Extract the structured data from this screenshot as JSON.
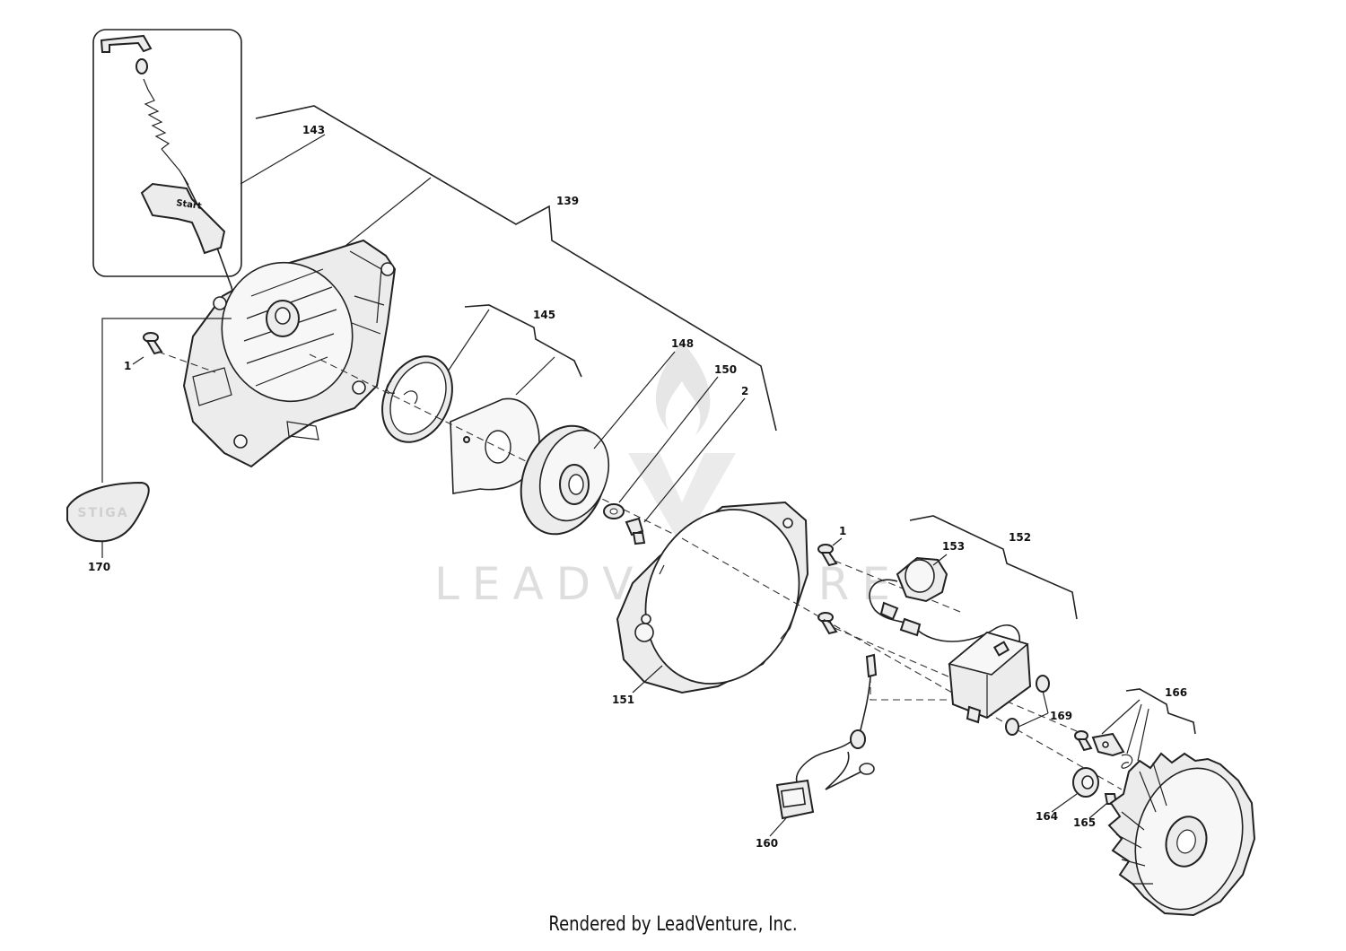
{
  "callouts": {
    "c1_left": "1",
    "c143": "143",
    "c139": "139",
    "c145": "145",
    "c148": "148",
    "c150": "150",
    "c2": "2",
    "c170": "170",
    "c1_right": "1",
    "c153": "153",
    "c152": "152",
    "c151": "151",
    "c169": "169",
    "c166": "166",
    "c160": "160",
    "c164": "164",
    "c165": "165"
  },
  "handle_text": "Start",
  "badge_logo": "STIGA",
  "watermark": "LEADVENTURE",
  "footer": "Rendered by LeadVenture, Inc."
}
